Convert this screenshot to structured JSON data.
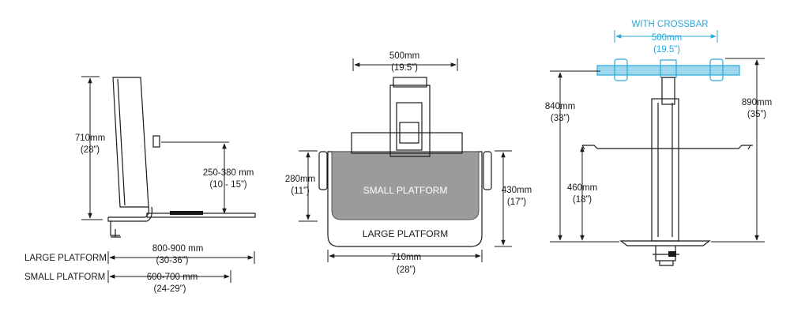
{
  "colors": {
    "accent": "#2aa8d8",
    "line": "#1a1a1a",
    "small_platform_fill": "#9b9b9b",
    "accent_fill": "#9fd7ef"
  },
  "side_view": {
    "height_mm": "710mm",
    "height_in": "(28”)",
    "range_mm": "250-380 mm",
    "range_in": "(10 - 15”)",
    "large_platform_label": "LARGE PLATFORM",
    "large_depth_mm": "800-900 mm",
    "large_depth_in": "(30-36”)",
    "small_platform_label": "SMALL PLATFORM",
    "small_depth_mm": "600-700 mm",
    "small_depth_in": "(24-29”)"
  },
  "top_view": {
    "top_width_mm": "500mm",
    "top_width_in": "(19.5”)",
    "left_height_mm": "280mm",
    "left_height_in": "(11”)",
    "right_height_mm": "430mm",
    "right_height_in": "(17”)",
    "small_platform_label": "SMALL PLATFORM",
    "large_platform_label": "LARGE PLATFORM",
    "bottom_width_mm": "710mm",
    "bottom_width_in": "(28”)"
  },
  "front_view": {
    "crossbar_label": "WITH CROSSBAR",
    "crossbar_mm": "500mm",
    "crossbar_in": "(19.5”)",
    "left_height_mm": "840mm",
    "left_height_in": "(33”)",
    "right_height_mm": "890mm",
    "right_height_in": "(35”)",
    "platform_height_mm": "460mm",
    "platform_height_in": "(18”)"
  }
}
